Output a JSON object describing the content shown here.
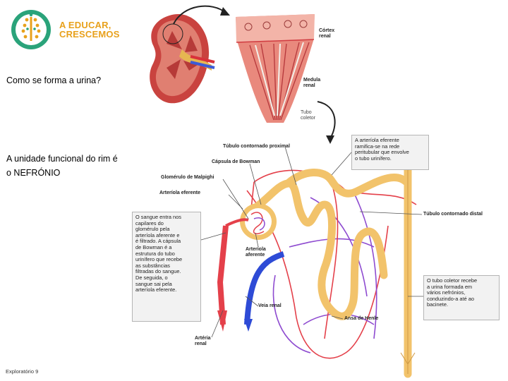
{
  "brand": {
    "line1": "A EDUCAR,",
    "line2": "CRESCEMOS",
    "colors": {
      "green": "#2aa37a",
      "orange": "#e8a11c"
    }
  },
  "slide": {
    "question": "Como se forma a urina?",
    "text_line1": "A unidade funcional do rim é",
    "text_line2": "o NEFRÓNIO",
    "footer": "Exploratório 9"
  },
  "figure_labels": {
    "cortex": [
      "Córtex",
      "renal"
    ],
    "medula": [
      "Medula",
      "renal"
    ],
    "tubo_coletor": [
      "Tubo",
      "coletor"
    ],
    "tubulo_proximal": "Túbulo contornado proximal",
    "capsula": "Cápsula de Bowman",
    "glomerulo": "Glomérulo de Malpighi",
    "arteriola_eferente": "Arteríola eferente",
    "arteriola_aferente": [
      "Arteríola",
      "aferente"
    ],
    "veia_renal": "Veia renal",
    "arteria_renal": [
      "Artéria",
      "renal"
    ],
    "ansa": "Ansa de Henle",
    "tubulo_distal": "Túbulo contornado distal"
  },
  "callouts": {
    "eferente": [
      "A arteríola eferente",
      "ramifica-se na rede",
      "peritubular que envolve",
      "o tubo urinífero."
    ],
    "sangue": [
      "O sangue entra nos",
      "capilares do",
      "glomérulo pela",
      "arteríola aferente e",
      "é filtrado. A cápsula",
      "de Bowman é a",
      "estrutura do tubo",
      "urinífero que recebe",
      "as substâncias",
      "filtradas do sangue.",
      "De seguida, o",
      "sangue sai pela",
      "arteríola eferente."
    ],
    "coletor": [
      "O tubo coletor recebe",
      "a urina formada em",
      "vários nefrónios,",
      "conduzindo-a até ao",
      "bacinete."
    ]
  }
}
